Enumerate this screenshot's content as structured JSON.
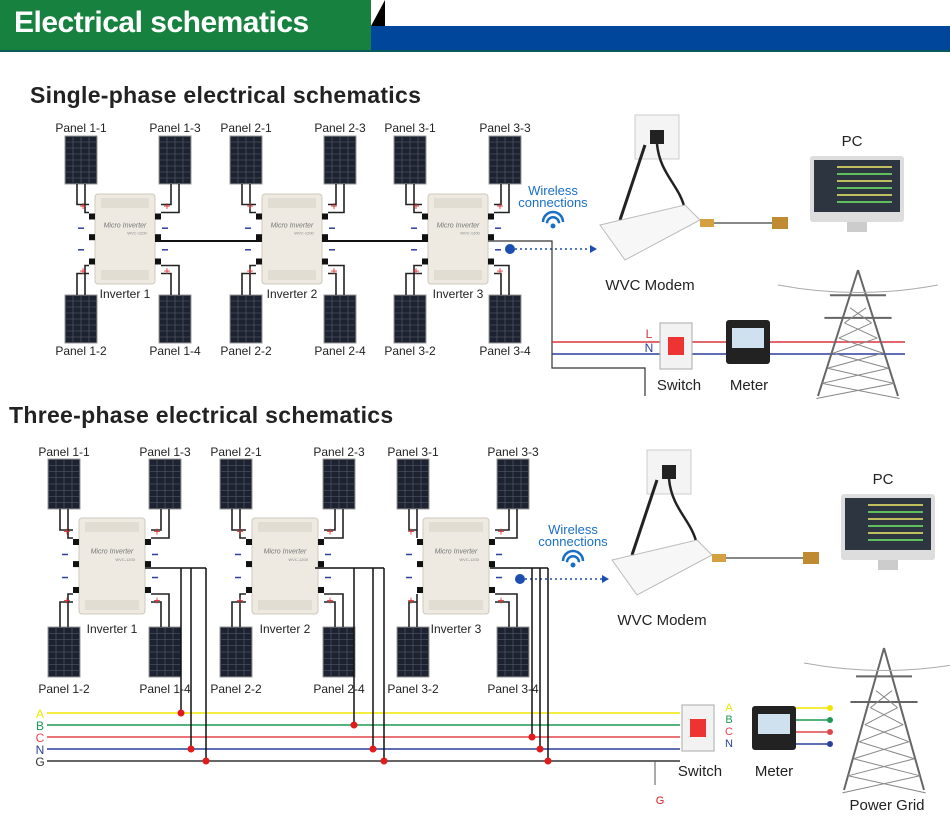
{
  "header": {
    "title": "Electrical schematics",
    "colors": {
      "green": "#17823f",
      "blue": "#00479b"
    }
  },
  "single_phase": {
    "title": "Single-phase electrical schematics",
    "top_panels": [
      "Panel 1-1",
      "Panel 1-3",
      "Panel 2-1",
      "Panel 2-3",
      "Panel 3-1",
      "Panel 3-3"
    ],
    "bottom_panels": [
      "Panel 1-2",
      "Panel 1-4",
      "Panel 2-2",
      "Panel 2-4",
      "Panel 3-2",
      "Panel 3-4"
    ],
    "inverters": [
      "Inverter 1",
      "Inverter 2",
      "Inverter 3"
    ],
    "inverter_text": "Micro Inverter",
    "inverter_model": "WVC-1200",
    "wireless": [
      "Wireless",
      "connections"
    ],
    "modem": "WVC Modem",
    "pc": "PC",
    "switch": "Switch",
    "meter": "Meter",
    "lines": [
      "L",
      "N"
    ]
  },
  "three_phase": {
    "title": "Three-phase electrical schematics",
    "top_panels": [
      "Panel 1-1",
      "Panel 1-3",
      "Panel 2-1",
      "Panel 2-3",
      "Panel 3-1",
      "Panel 3-3"
    ],
    "bottom_panels": [
      "Panel 1-2",
      "Panel 1-4",
      "Panel 2-2",
      "Panel 2-4",
      "Panel 3-2",
      "Panel 3-4"
    ],
    "inverters": [
      "Inverter 1",
      "Inverter 2",
      "Inverter 3"
    ],
    "inverter_text": "Micro Inverter",
    "inverter_model": "WVC-1200",
    "wireless": [
      "Wireless",
      "connections"
    ],
    "modem": "WVC Modem",
    "pc": "PC",
    "switch": "Switch",
    "meter": "Meter",
    "bus_lines": [
      {
        "label": "A",
        "color": "#f2e600"
      },
      {
        "label": "B",
        "color": "#1f9a52"
      },
      {
        "label": "C",
        "color": "#e0474c"
      },
      {
        "label": "N",
        "color": "#2b3f9e"
      },
      {
        "label": "G",
        "color": "#333333"
      }
    ],
    "ground": "G",
    "power_grid": "Power Grid"
  },
  "colors": {
    "line_L": "#d9363e",
    "line_N": "#2b3f9e",
    "plus": "#e03030",
    "wireless": "#1a6fc4",
    "junction": "#e01b1b"
  }
}
